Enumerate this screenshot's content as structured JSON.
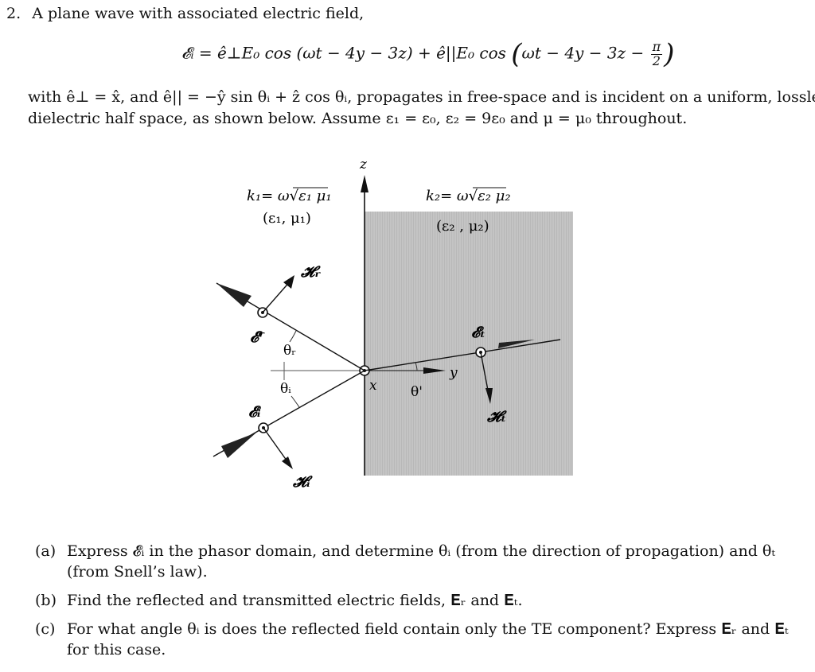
{
  "problem": {
    "number": "2.",
    "intro": "A plane wave with associated electric field,",
    "equation": {
      "lhs": "𝓔ᵢ = ê⊥E₀ cos (ωt − 4y − 3z) + ê||E₀ cos",
      "inner": "ωt − 4y − 3z −",
      "pi": "π",
      "two": "2"
    },
    "line2": "with ê⊥ = x̂, and ê|| = −ŷ sin θᵢ + ẑ cos θᵢ, propagates in free-space and is incident on a uniform, lossless",
    "line3": "dielectric half space, as shown below. Assume ε₁ = ε₀, ε₂ = 9ε₀ and μ = μ₀ throughout."
  },
  "figure": {
    "k1": "k₁= ω√ε₁ μ₁",
    "k1_medium": "(ε₁, μ₁)",
    "k2": "k₂= ω√ε₂ μ₂",
    "k2_medium": "(ε₂ , μ₂)",
    "z_axis": "z",
    "y_axis": "y",
    "x_axis": "x",
    "H_r": "𝓗ᵣ",
    "E_r": "𝓔ʳ",
    "theta_r": "θᵣ",
    "theta_i": "θᵢ",
    "E_i": "𝓔ᵢ",
    "H_i": "𝓗ᵢ",
    "theta_t": "θ'",
    "E_t": "𝓔ₜ",
    "H_t": "𝓗ₜ",
    "colors": {
      "dielectric": "#c4c4c4",
      "ink": "#111111"
    }
  },
  "questions": [
    {
      "letter": "(a)",
      "line1": "Express 𝓔ᵢ in the phasor domain, and determine θᵢ (from the direction of propagation) and θₜ",
      "line2": "(from Snell’s law)."
    },
    {
      "letter": "(b)",
      "line1": "Find the reflected and transmitted electric fields, 𝐄ᵣ and 𝐄ₜ."
    },
    {
      "letter": "(c)",
      "line1": "For what angle θᵢ is does the reflected field contain only the TE component? Express 𝐄ᵣ and 𝐄ₜ",
      "line2": "for this case."
    }
  ]
}
